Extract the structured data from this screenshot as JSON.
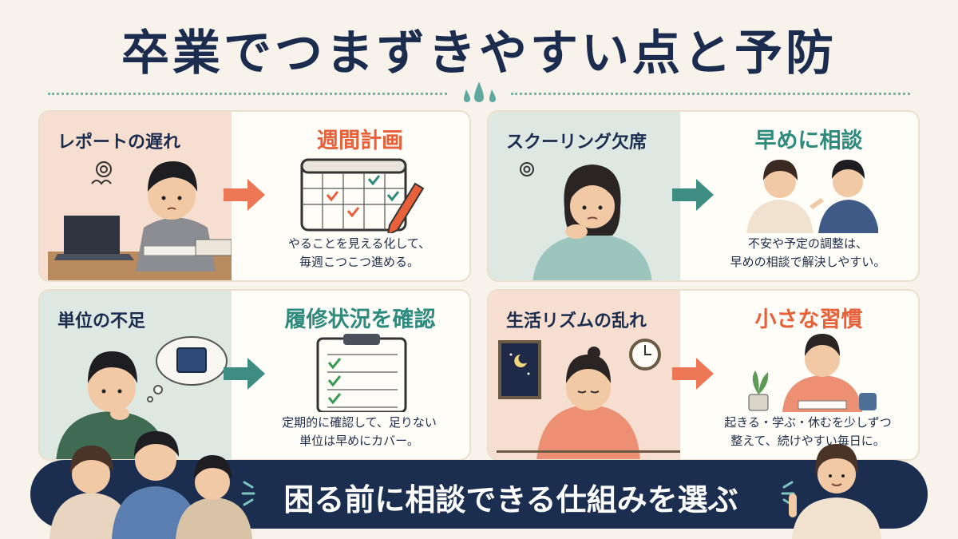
{
  "title": "卒業でつまずきやすい点と予防",
  "cards": [
    {
      "problem": "レポートの遅れ",
      "solution": "週間計画",
      "desc_lines": [
        "やることを見える化して、",
        "毎週こつこつ進める。"
      ]
    },
    {
      "problem": "スクーリング欠席",
      "solution": "早めに相談",
      "desc_lines": [
        "不安や予定の調整は、",
        "早めの相談で解決しやすい。"
      ]
    },
    {
      "problem": "単位の不足",
      "solution": "履修状況を確認",
      "desc_lines": [
        "定期的に確認して、足りない",
        "単位は早めにカバー。"
      ]
    },
    {
      "problem": "生活リズムの乱れ",
      "solution": "小さな習慣",
      "desc_lines": [
        "起きる・学ぶ・休むを少しずつ",
        "整えて、続けやすい毎日に。"
      ]
    }
  ],
  "banner": {
    "text": "困る前に相談できる仕組みを選ぶ"
  },
  "colors": {
    "navy": "#1c2e50",
    "orange": "#e8603a",
    "teal": "#2f8a7e",
    "peach": "#f6dfd0",
    "mint": "#dde8e3"
  }
}
